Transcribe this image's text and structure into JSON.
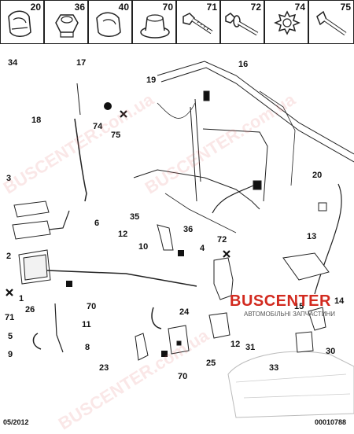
{
  "header_cells": [
    {
      "number": "20",
      "icon": "clip-icon"
    },
    {
      "number": "36",
      "icon": "hex-nut-icon"
    },
    {
      "number": "40",
      "icon": "clip-icon"
    },
    {
      "number": "70",
      "icon": "flange-nut-icon"
    },
    {
      "number": "71",
      "icon": "bolt-icon"
    },
    {
      "number": "72",
      "icon": "bolt-washer-icon"
    },
    {
      "number": "74",
      "icon": "serrated-washer-icon"
    },
    {
      "number": "75",
      "icon": "countersunk-screw-icon"
    }
  ],
  "callouts": [
    "34",
    "17",
    "16",
    "19",
    "18",
    "74",
    "75",
    "3",
    "2",
    "1",
    "71",
    "26",
    "5",
    "9",
    "35",
    "12",
    "36",
    "72",
    "4",
    "6",
    "10",
    "11",
    "8",
    "23",
    "24",
    "70",
    "20",
    "13",
    "14",
    "15",
    "30",
    "31",
    "33",
    "12",
    "25",
    "70"
  ],
  "brand": {
    "name": "BUSCENTER",
    "tagline": "АВТОМОБІЛЬНІ ЗАПЧАСТИНИ"
  },
  "watermark": "BUSCENTER.com.ua",
  "footer": {
    "date": "05/2012",
    "code": "00010788"
  },
  "colors": {
    "line": "#222222",
    "brand": "#d22a1f"
  }
}
